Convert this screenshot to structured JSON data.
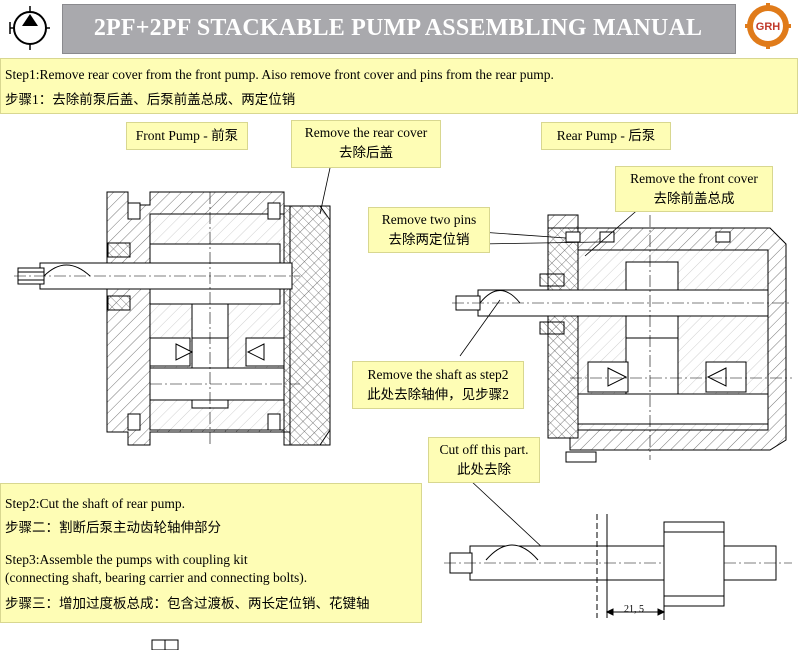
{
  "header": {
    "title": "2PF+2PF STACKABLE PUMP ASSEMBLING MANUAL",
    "logo_text": "GRH",
    "icon": "hydraulic-pump-symbol-icon",
    "colors": {
      "band": "#a9a9ad",
      "note_fill": "#fefdb5",
      "logo_orange": "#e07b1a"
    }
  },
  "step1": {
    "en": "Step1:Remove rear cover from the front pump. Aiso remove front cover and pins from the rear pump.",
    "zh": "步骤1：去除前泵后盖、后泵前盖总成、两定位销"
  },
  "labels": {
    "front_pump": "Front Pump - 前泵",
    "remove_rear_cover_en": "Remove the rear cover",
    "remove_rear_cover_zh": "去除后盖",
    "rear_pump": "Rear Pump - 后泵",
    "remove_front_cover_en": "Remove the front cover",
    "remove_front_cover_zh": "去除前盖总成",
    "remove_pins_en": "Remove two pins",
    "remove_pins_zh": "去除两定位销",
    "remove_shaft_en": "Remove the shaft as step2",
    "remove_shaft_zh": "此处去除轴伸，见步骤2",
    "cut_off_en": "Cut off this part.",
    "cut_off_zh": "此处去除"
  },
  "step2": {
    "en": "Step2:Cut the shaft of rear pump.",
    "zh": "步骤二：割断后泵主动齿轮轴伸部分"
  },
  "step3": {
    "en1": "Step3:Assemble the pumps with coupling kit",
    "en2": "(connecting shaft, bearing carrier and connecting bolts).",
    "zh": "步骤三：增加过度板总成：包含过渡板、两长定位销、花键轴"
  },
  "dimension": "21, 5"
}
